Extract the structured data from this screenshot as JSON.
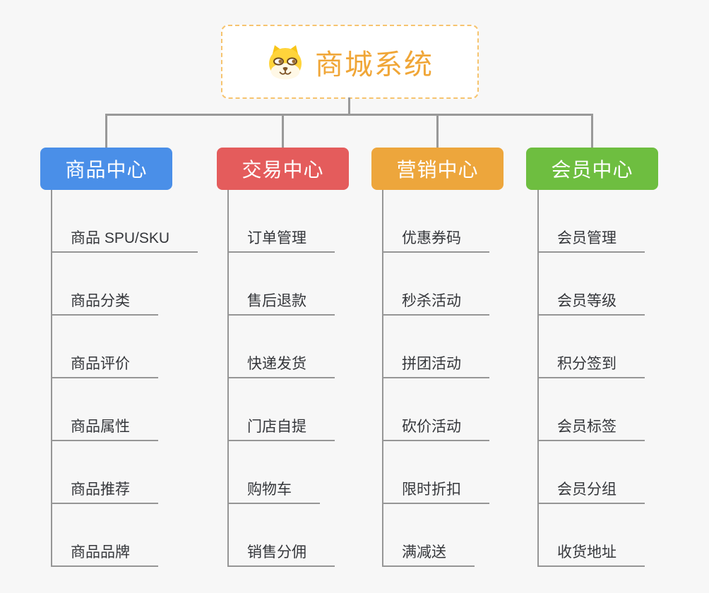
{
  "page": {
    "background": "#F7F7F7",
    "connector_color": "#999999"
  },
  "root": {
    "title": "商城系统",
    "icon": "dog-face-icon",
    "title_color": "#F0A637",
    "border_color": "#F6C46F"
  },
  "branches": [
    {
      "label": "商品中心",
      "color": "#4A8FE8",
      "children": [
        "商品 SPU/SKU",
        "商品分类",
        "商品评价",
        "商品属性",
        "商品推荐",
        "商品品牌"
      ]
    },
    {
      "label": "交易中心",
      "color": "#E45C5C",
      "children": [
        "订单管理",
        "售后退款",
        "快递发货",
        "门店自提",
        "购物车",
        "销售分佣"
      ]
    },
    {
      "label": "营销中心",
      "color": "#EDA63C",
      "children": [
        "优惠券码",
        "秒杀活动",
        "拼团活动",
        "砍价活动",
        "限时折扣",
        "满减送"
      ]
    },
    {
      "label": "会员中心",
      "color": "#6EBE40",
      "children": [
        "会员管理",
        "会员等级",
        "积分签到",
        "会员标签",
        "会员分组",
        "收货地址"
      ]
    }
  ]
}
